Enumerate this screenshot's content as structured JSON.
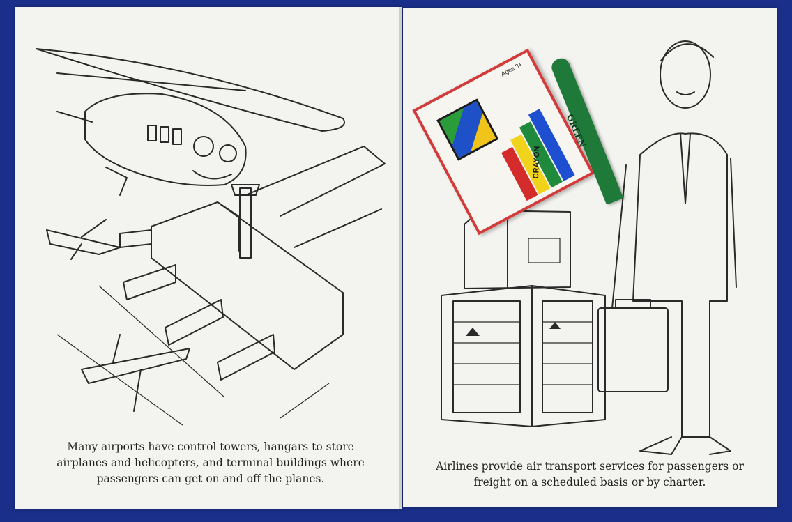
{
  "left_page": {
    "caption": "Many airports have control towers, hangars to store airplanes and helicopters, and terminal buildings where passengers can get on and off the planes."
  },
  "right_page": {
    "caption": "Airlines provide air transport services for passengers or freight on a scheduled basis or by charter."
  },
  "crayon_box": {
    "age_label": "Ages 3+",
    "crayon_label": "CRAYON"
  },
  "loose_crayon": {
    "label": "GREEN",
    "color": "#1f7a3a"
  },
  "colors": {
    "background": "#1a2f8a",
    "paper": "#f3f3ef",
    "box": "#f7f5f0",
    "box_edge": "#d33a3a"
  }
}
